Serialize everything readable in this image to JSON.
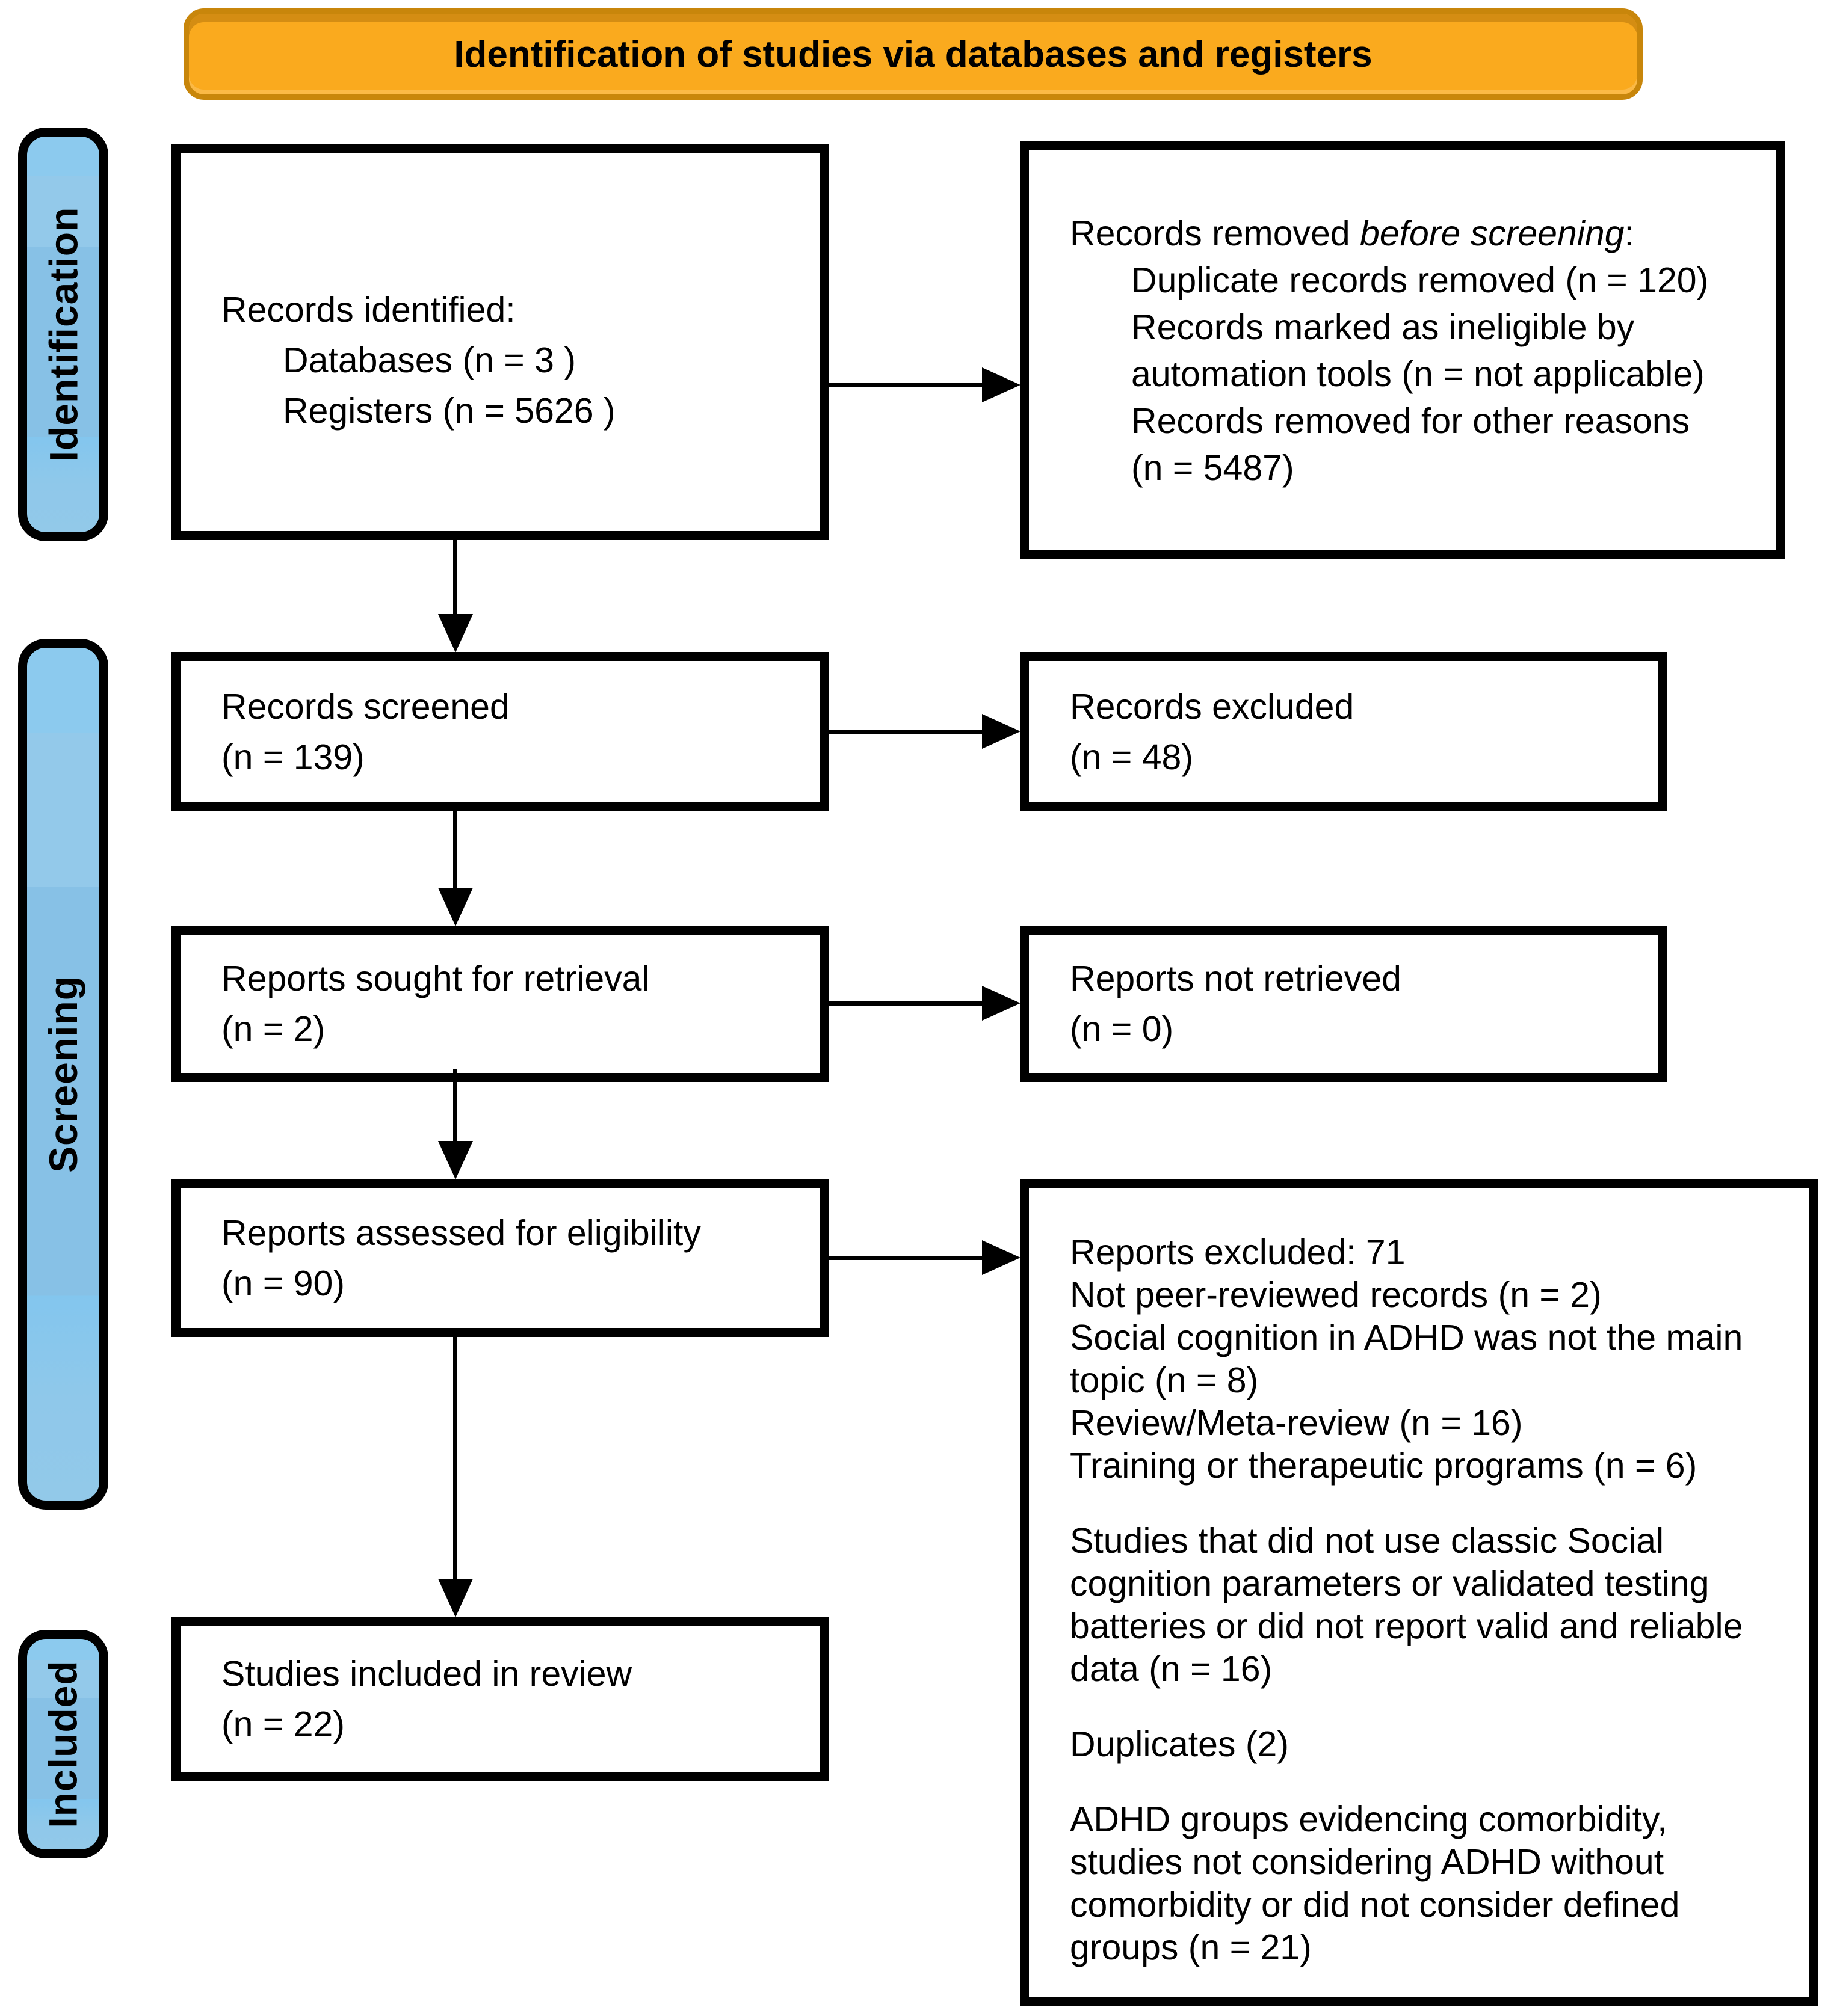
{
  "header": {
    "title": "Identification of studies via databases and registers"
  },
  "colors": {
    "banner_fill": "#FAAA1E",
    "banner_border": "#C8860B",
    "stage_fill": "#87C1E6",
    "box_border": "#000000"
  },
  "sidebar": {
    "labels": [
      {
        "label": "Identification"
      },
      {
        "label": "Screening"
      },
      {
        "label": "Included"
      }
    ]
  },
  "boxes": {
    "records_identified": {
      "title": "Records identified:",
      "sub": [
        "Databases (n = 3 )",
        "Registers (n = 5626 )"
      ]
    },
    "records_removed": {
      "lead_normal": "Records removed ",
      "lead_italic": "before screening",
      "lead_tail": ":",
      "sub": [
        "Duplicate records removed  (n = 120)",
        "Records marked as ineligible by",
        "automation tools (n = not applicable)",
        "Records removed for other reasons",
        "(n = 5487)"
      ]
    },
    "records_screened": {
      "lines": [
        "Records screened",
        "(n = 139)"
      ]
    },
    "records_excluded": {
      "lines": [
        "Records excluded",
        "(n = 48)"
      ]
    },
    "reports_sought": {
      "lines": [
        "Reports sought for retrieval",
        "(n = 2)"
      ]
    },
    "reports_not_retrieved": {
      "lines": [
        "Reports not retrieved",
        "(n = 0)"
      ]
    },
    "reports_assessed": {
      "lines": [
        "Reports assessed for eligibility",
        "(n = 90)"
      ]
    },
    "studies_included": {
      "lines": [
        "Studies included in review",
        "(n = 22)"
      ]
    },
    "reports_excluded_detail": {
      "p1": [
        "Reports excluded: 71",
        "Not peer-reviewed records (n = 2)",
        "Social cognition in ADHD was not the main",
        "topic (n = 8)",
        "Review/Meta-review (n = 16)",
        "Training or therapeutic programs (n = 6)"
      ],
      "p2": [
        "Studies that did not use classic Social",
        "cognition parameters or validated testing",
        "batteries or did not report valid and reliable",
        "data (n = 16)"
      ],
      "p3": [
        "Duplicates (2)"
      ],
      "p4": [
        "ADHD groups evidencing comorbidity,",
        "studies not considering ADHD without",
        "comorbidity or did not consider defined",
        "groups (n = 21)"
      ]
    }
  }
}
